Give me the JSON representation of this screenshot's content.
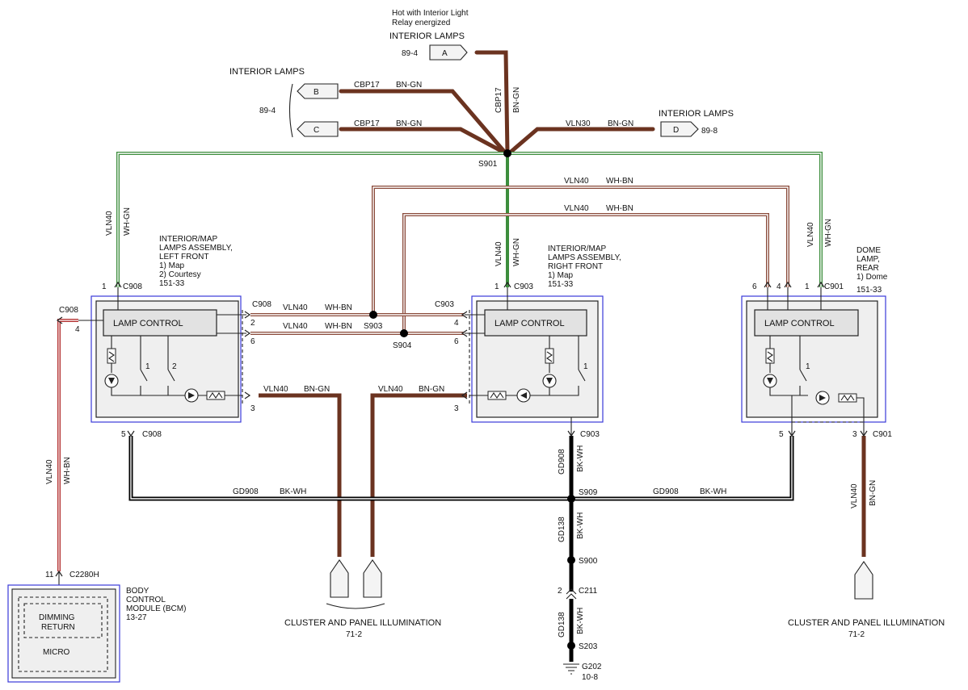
{
  "top": {
    "note_line1": "Hot with Interior Light",
    "note_line2": "Relay energized",
    "interior_lamps_a": "INTERIOR LAMPS",
    "interior_lamps_bc": "INTERIOR LAMPS",
    "interior_lamps_d": "INTERIOR LAMPS",
    "ref_a": "89-4",
    "ref_bc": "89-4",
    "ref_d": "89-8",
    "conn_a": "A",
    "conn_b": "B",
    "conn_c": "C",
    "conn_d": "D"
  },
  "wires": {
    "cbp17": "CBP17",
    "bn_gn": "BN-GN",
    "vln30": "VLN30",
    "vln40": "VLN40",
    "wh_gn": "WH-GN",
    "wh_bn": "WH-BN",
    "gd908": "GD908",
    "gd138": "GD138",
    "bk_wh": "BK-WH"
  },
  "splices": {
    "s901": "S901",
    "s903": "S903",
    "s904": "S904",
    "s909": "S909",
    "s900": "S900",
    "s203": "S203"
  },
  "connectors": {
    "c908": "C908",
    "c903": "C903",
    "c901": "C901",
    "c2280h": "C2280H",
    "c211": "C211",
    "g202": "G202",
    "g202_ref": "10-8"
  },
  "pins": {
    "p1": "1",
    "p2": "2",
    "p3": "3",
    "p4": "4",
    "p5": "5",
    "p6": "6",
    "p11": "11"
  },
  "modules": {
    "left": {
      "l1": "INTERIOR/MAP",
      "l2": "LAMPS ASSEMBLY,",
      "l3": "LEFT FRONT",
      "l4": "1) Map",
      "l5": "2) Courtesy",
      "l6": "151-33"
    },
    "right": {
      "l1": "INTERIOR/MAP",
      "l2": "LAMPS ASSEMBLY,",
      "l3": "RIGHT FRONT",
      "l4": "1) Map",
      "l5": "151-33"
    },
    "dome": {
      "l1": "DOME",
      "l2": "LAMP,",
      "l3": "REAR",
      "l4": "1) Dome",
      "l5": "151-33"
    },
    "lamp_control": "LAMP CONTROL",
    "bcm": {
      "l1": "BODY",
      "l2": "CONTROL",
      "l3": "MODULE (BCM)",
      "l4": "13-27",
      "dimming": "DIMMING",
      "return": "RETURN",
      "micro": "MICRO"
    }
  },
  "bottom": {
    "cluster_left": "CLUSTER AND PANEL ILLUMINATION",
    "cluster_left_ref": "71-2",
    "cluster_right": "CLUSTER AND PANEL ILLUMINATION",
    "cluster_right_ref": "71-2"
  },
  "colors": {
    "brown": "#6b3320",
    "green": "#3c8d3c",
    "red": "#b43232",
    "black": "#000000",
    "module_border": "#3a3ad8"
  }
}
